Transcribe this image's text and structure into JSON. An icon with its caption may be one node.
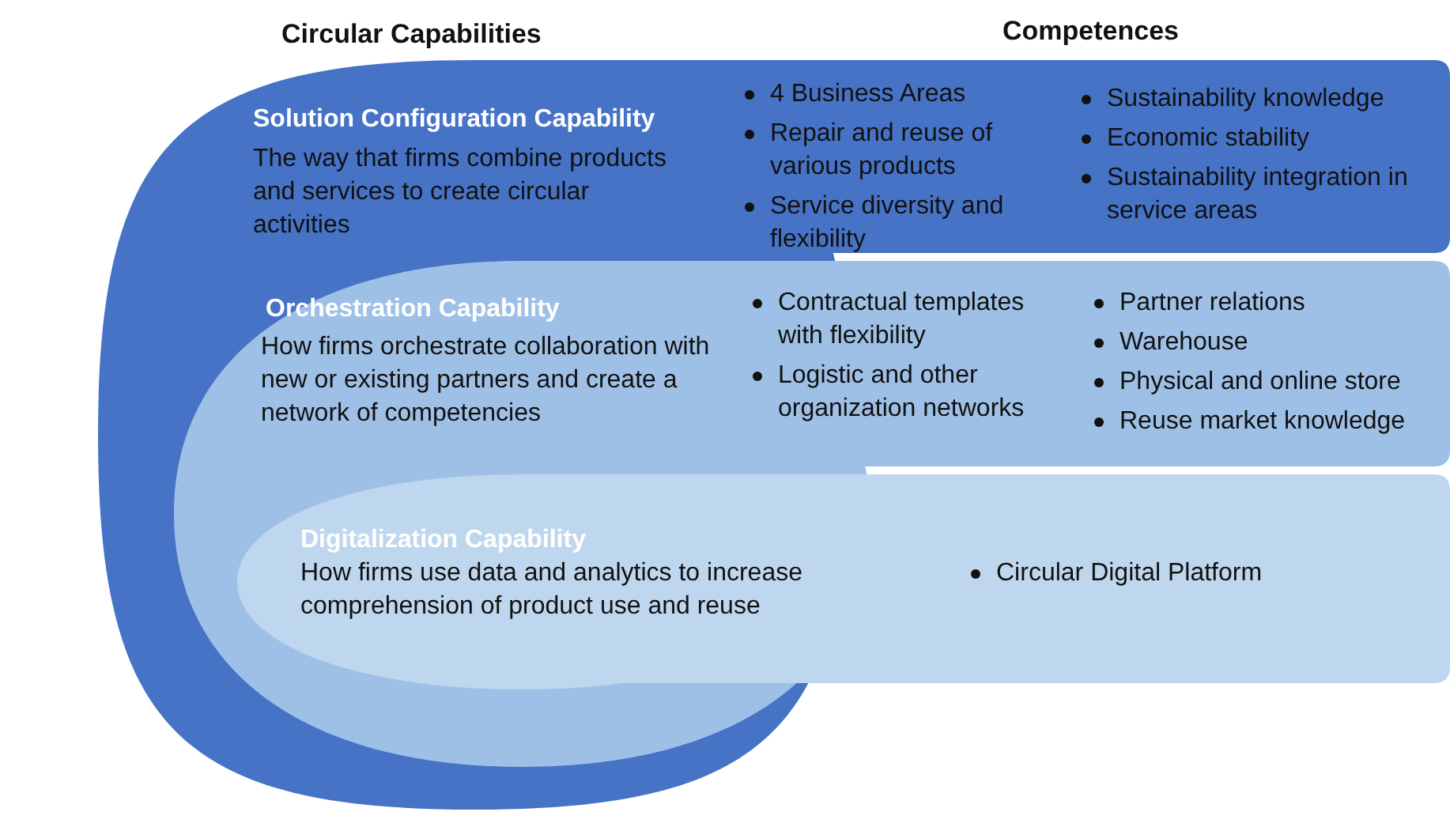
{
  "diagram": {
    "nodes": [
      {
        "text": [
          "Solution Configuration Capability",
          "The way that firms combine products and services to create circular activities",
          "4 Business Areas",
          "Repair and reuse of various products",
          "Service diversity and flexibility",
          "Sustainability knowledge",
          "Economic stability",
          "Sustainability integration in service areas"
        ]
      },
      {
        "text": [
          "Orchestration Capability",
          "How firms orchestrate collaboration with new or existing partners and create a network of competencies",
          "Contractual templates with flexibility",
          "Logistic and other organization networks",
          "Partner relations",
          "Warehouse",
          "Physical and online store",
          "Reuse market knowledge"
        ],
        "in": 0
      },
      {
        "text": [
          "Digitalization Capability",
          "How firms use data and analytics to increase comprehension of product use and reuse",
          "Circular Digital Platform"
        ],
        "in": 1
      }
    ],
    "labels": [
      "Circular Capabilities",
      "Competences"
    ]
  }
}
